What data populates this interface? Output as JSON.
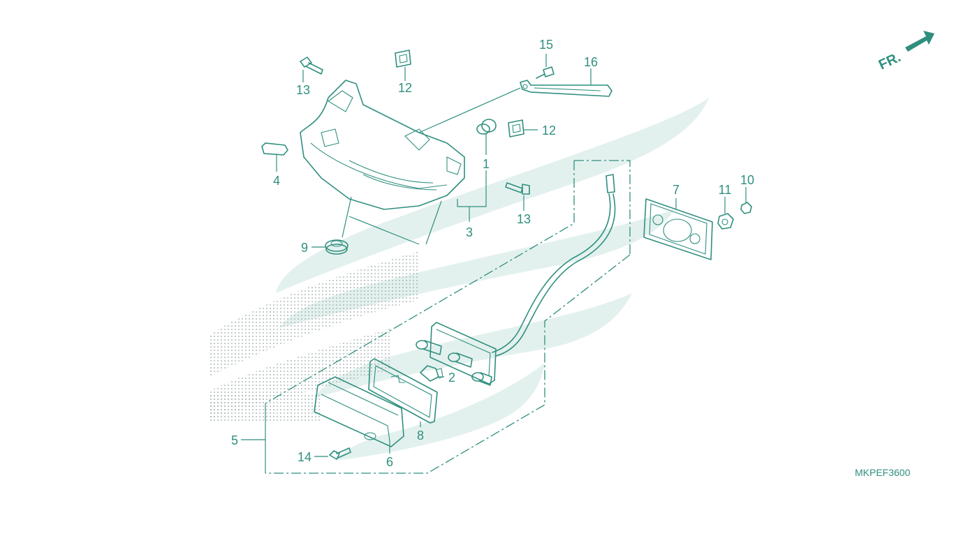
{
  "labels": {
    "n1": "1",
    "n2": "2",
    "n3": "3",
    "n4": "4",
    "n5": "5",
    "n6": "6",
    "n7": "7",
    "n8": "8",
    "n9": "9",
    "n10": "10",
    "n11": "11",
    "n12a": "12",
    "n12b": "12",
    "n13a": "13",
    "n13b": "13",
    "n14": "14",
    "n15": "15",
    "n16": "16"
  },
  "direction": "FR.",
  "diagram_code": "MKPEF3600",
  "colors": {
    "line": "#2f8f7f",
    "watermark": "#e3f1ee"
  }
}
